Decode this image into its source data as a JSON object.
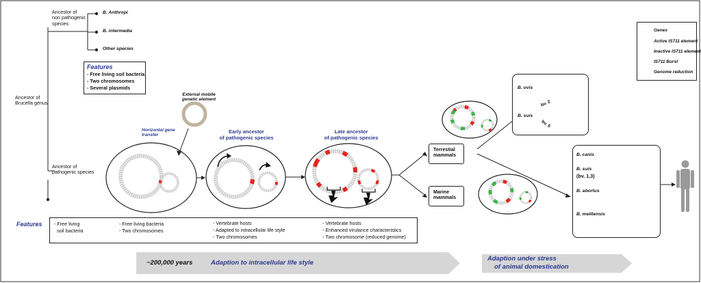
{
  "ancestors": {
    "non_pathogenic": "Ancestor of\nnon pathogenic\nspecies",
    "brucella_genus": "Ancestor of\nBrucella genus",
    "pathogenic": "Ancestor of\npathogenic species"
  },
  "non_pathogenic_species": [
    "B. Anthropi",
    "B. intermedia",
    "Other species"
  ],
  "features_box": {
    "title": "Features",
    "items": [
      "- Free living soil bacteria",
      "- Two chromosomes",
      "- Several plasmids"
    ]
  },
  "external_element": "External mobile\ngenetic element",
  "horizontal_transfer": "Horizontal gene\ntransfer",
  "stage_titles": {
    "early": "Early ancestor\nof pathogenic species",
    "late": "Late ancestor\nof pathogenic species"
  },
  "hosts": {
    "terrestrial": "Terrestial\nmammals",
    "marine": "Marine\nmammals"
  },
  "species_top": {
    "ovis": "B. ovis",
    "suis": "B. suis",
    "bv2": "bv. 2",
    "bv5": "bv. 5"
  },
  "species_bottom": {
    "canis": "B. canis",
    "suis": "B. suis",
    "suis_bv": "(bv. 1,3)",
    "abortus": "B. abortus",
    "melitensis": "B. melitensis"
  },
  "legend": {
    "genes": "Genes",
    "active": "Active IS711 element",
    "inactive": "Inactive IS711 element",
    "burst": "IS711 Burst",
    "reduction": "Genome reduction"
  },
  "features_row": {
    "title": "Features",
    "col1": [
      "- Free living",
      "  soil bacteria"
    ],
    "col2": [
      "- Free living bacteria",
      "- Two chromosomes"
    ],
    "col3": [
      "- Vertebrate hosts",
      "- Adapted to intracellular life style",
      "- Two chromosomes"
    ],
    "col4": [
      "- Vertebrate hosts",
      "- Enhanced virulance characteristics",
      "- Two chromosome (reduced genome)"
    ]
  },
  "timeline": {
    "years": "~200,000 years",
    "phase1": "Adaption to intracellular life style",
    "phase2_line1": "Adaption under stress",
    "phase2_line2": "of animal domestication"
  },
  "colors": {
    "gene": "#cfcfcf",
    "active": "#e8231f",
    "inactive": "#3fb44a",
    "animal_blue": "#3d8fd6",
    "title_blue": "#2b3a8f",
    "arrow_gray": "#d6d6d6"
  }
}
